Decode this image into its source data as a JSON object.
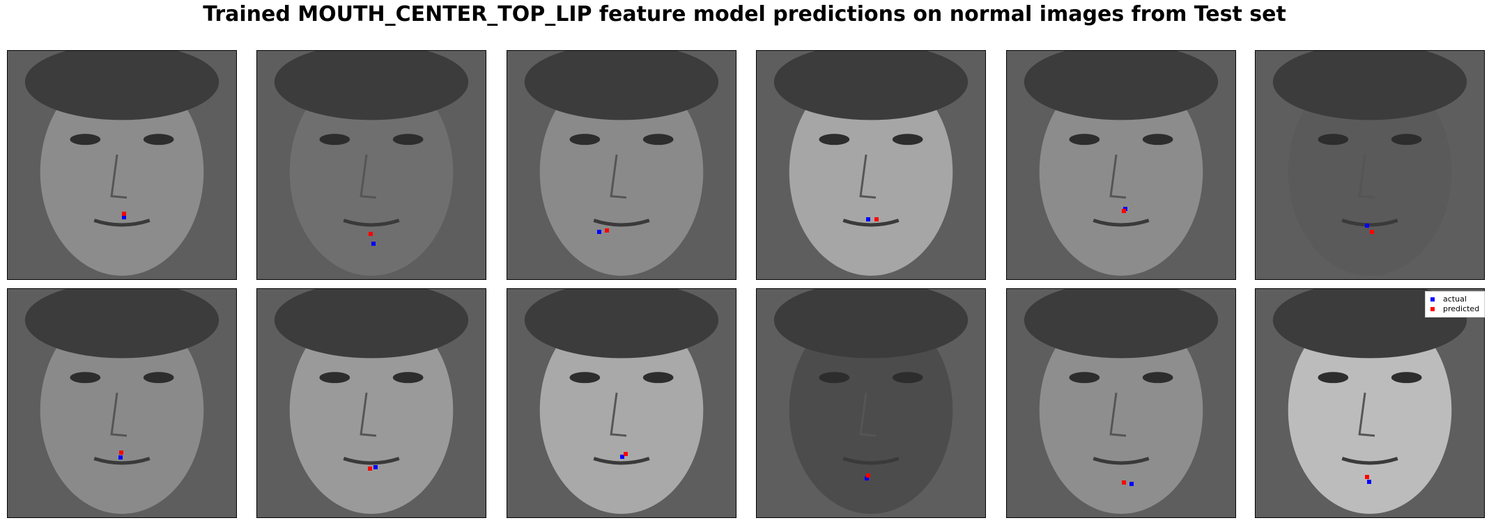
{
  "figure": {
    "title": "Trained MOUTH_CENTER_TOP_LIP feature model predictions on normal images from Test set"
  },
  "chart_data": {
    "type": "scatter",
    "title": "Trained MOUTH_CENTER_TOP_LIP feature model predictions on normal images from Test set",
    "xlim": [
      0,
      96
    ],
    "ylim": [
      96,
      0
    ],
    "grid": false,
    "axes_visible": false,
    "image_cmap": "gray",
    "legend": {
      "placement": "top-right of last panel",
      "entries": [
        {
          "label": "actual",
          "color": "#0000ff",
          "marker": "x"
        },
        {
          "label": "predicted",
          "color": "#ff0000",
          "marker": "x"
        }
      ]
    },
    "panels": [
      {
        "actual": [
          48.5,
          69.5
        ],
        "predicted": [
          48.5,
          68.0
        ],
        "skin": "#8c8c8c"
      },
      {
        "actual": [
          48.5,
          80.5
        ],
        "predicted": [
          47.5,
          76.5
        ],
        "skin": "#6f6f6f"
      },
      {
        "actual": [
          38.5,
          75.5
        ],
        "predicted": [
          41.5,
          75.0
        ],
        "skin": "#8a8a8a"
      },
      {
        "actual": [
          46.5,
          70.5
        ],
        "predicted": [
          50.0,
          70.5
        ],
        "skin": "#a6a6a6"
      },
      {
        "actual": [
          49.5,
          66.0
        ],
        "predicted": [
          49.0,
          67.0
        ],
        "skin": "#8c8c8c"
      },
      {
        "actual": [
          46.5,
          73.0
        ],
        "predicted": [
          48.5,
          75.5
        ],
        "skin": "#5a5a5a"
      },
      {
        "actual": [
          47.0,
          70.5
        ],
        "predicted": [
          47.5,
          68.5
        ],
        "skin": "#8a8a8a"
      },
      {
        "actual": [
          49.5,
          74.5
        ],
        "predicted": [
          47.0,
          75.0
        ],
        "skin": "#9a9a9a"
      },
      {
        "actual": [
          48.0,
          70.0
        ],
        "predicted": [
          49.5,
          69.0
        ],
        "skin": "#a9a9a9"
      },
      {
        "actual": [
          46.0,
          79.0
        ],
        "predicted": [
          46.5,
          78.0
        ],
        "skin": "#4c4c4c"
      },
      {
        "actual": [
          52.0,
          81.5
        ],
        "predicted": [
          49.0,
          81.0
        ],
        "skin": "#8e8e8e"
      },
      {
        "actual": [
          47.5,
          80.5
        ],
        "predicted": [
          46.5,
          78.5
        ],
        "skin": "#bcbcbc"
      }
    ]
  }
}
